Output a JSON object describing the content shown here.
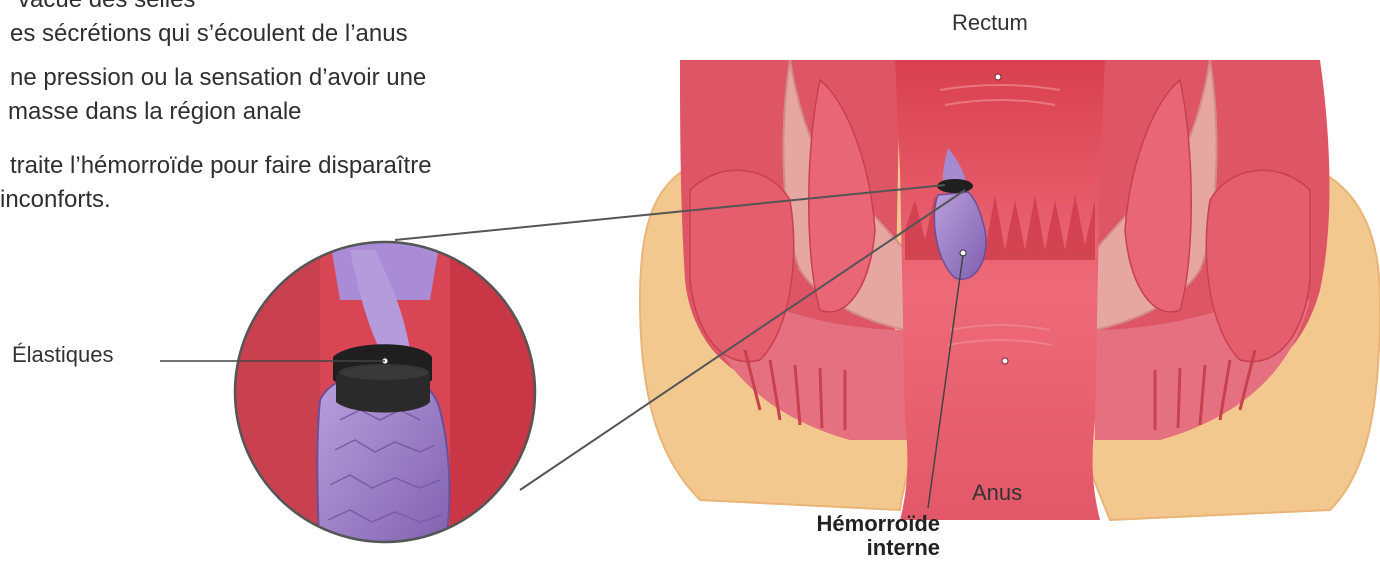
{
  "text_lines": [
    "vacue des selles",
    "es sécrétions qui s’écoulent de l’anus",
    "ne pression ou la sensation d’avoir une",
    "masse dans la région anale",
    "traite l’hémorroïde pour faire disparaître",
    " inconforts."
  ],
  "labels": {
    "rectum": "Rectum",
    "anus": "Anus",
    "elastiques": "Élastiques",
    "hemorroide_line1": "Hémorroïde",
    "hemorroide_line2": "interne"
  },
  "colors": {
    "skin": "#f3c88f",
    "muscle": "#e2596a",
    "lumen": "#e84d5e",
    "sheath": "#e6a7a2",
    "hemorrhoid": "#9c7bc2",
    "band": "#1f1f1f"
  }
}
